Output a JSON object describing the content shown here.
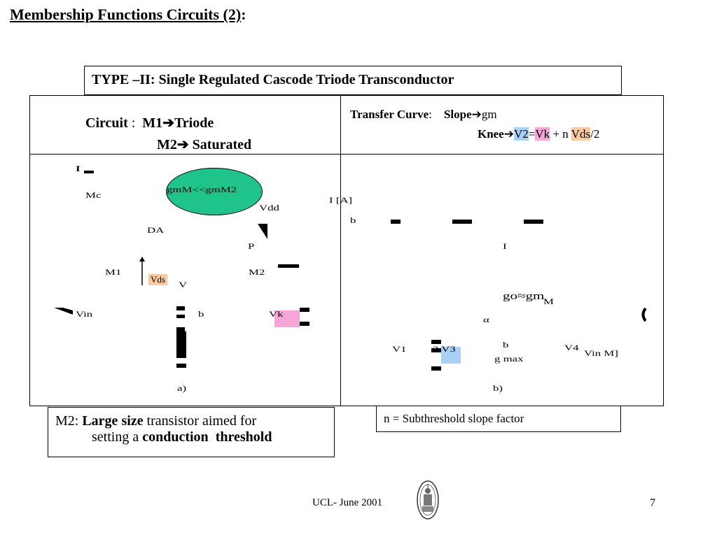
{
  "title": {
    "main": "Membership Functions Circuits (2)",
    "colon": ":"
  },
  "type_box": "TYPE –II: Single Regulated Cascode Triode Transconductor",
  "circuit_header": {
    "label": "Circuit",
    "sep": " :",
    "m1": "M1",
    "m1_role": "Triode",
    "m2": "M2",
    "m2_role": " Saturated"
  },
  "transfer_header": {
    "label": "Transfer Curve",
    "sep": ":",
    "slope_label": "Slope",
    "slope_value": "gm",
    "knee_label": "Knee",
    "knee_v2": "V2",
    "knee_eq": "=",
    "knee_vk": "Vk",
    "knee_plus": " + n ",
    "knee_vds": "Vds",
    "knee_div": "/2"
  },
  "circuit_labels": {
    "oval": "gmM<<gmM2",
    "i_top": "I",
    "mc": "Mc",
    "vdd": "Vdd",
    "da": "DA",
    "p": "P",
    "m1": "M1",
    "m2": "M2",
    "vds": "Vds",
    "v": "V",
    "vin": "Vin",
    "b": "b",
    "vk": "Vk",
    "a": "a)"
  },
  "curve_labels": {
    "iaxis": "I [A]",
    "lo": "b",
    "i": "I",
    "gm": "go≈gm",
    "m": "M",
    "alpha": "α",
    "v1": "V1",
    "v2v3": "2 V3",
    "b2": "b",
    "v4": "V4",
    "vinm": "Vin M]",
    "gmax": "g max",
    "bfig": "b)"
  },
  "m2_box": {
    "prefix": "M2: ",
    "large_size": "Large size",
    "mid": " transistor aimed for",
    "line2_a": "setting a ",
    "conduction": "conduction",
    "threshold": "threshold"
  },
  "n_box": "n = Subthreshold slope factor",
  "footer": {
    "text": "UCL- June 2001",
    "page": "7"
  },
  "icons": {
    "seal": "university-seal-icon"
  },
  "colors": {
    "oval": "#1ec48a",
    "blue": "#a8d1f5",
    "pink": "#f5a6d6",
    "orange": "#f9c9a0"
  }
}
